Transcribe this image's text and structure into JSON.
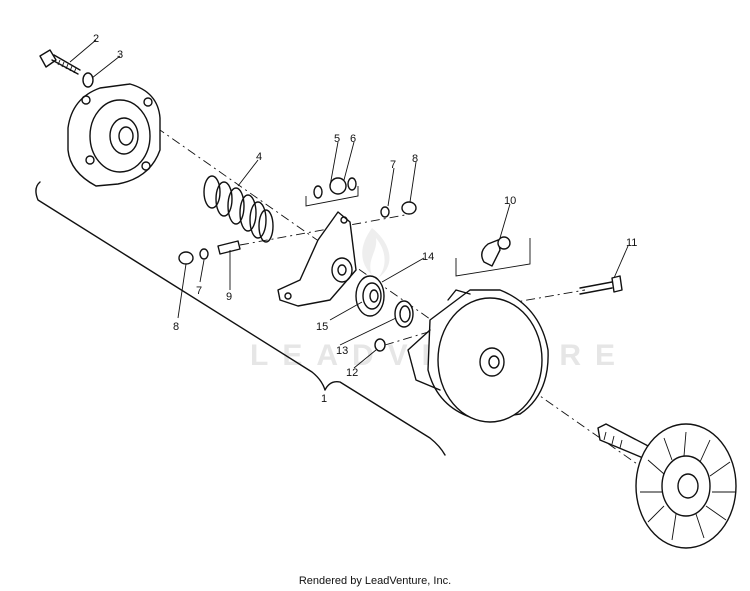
{
  "watermark": "LEADVENTURE",
  "footer": "Rendered by LeadVenture, Inc.",
  "callouts": {
    "c1": "1",
    "c2": "2",
    "c3": "3",
    "c4": "4",
    "c5": "5",
    "c6": "6",
    "c7a": "7",
    "c7b": "7",
    "c8a": "8",
    "c8b": "8",
    "c9": "9",
    "c10": "10",
    "c11": "11",
    "c12": "12",
    "c13": "13",
    "c14": "14",
    "c15": "15"
  }
}
